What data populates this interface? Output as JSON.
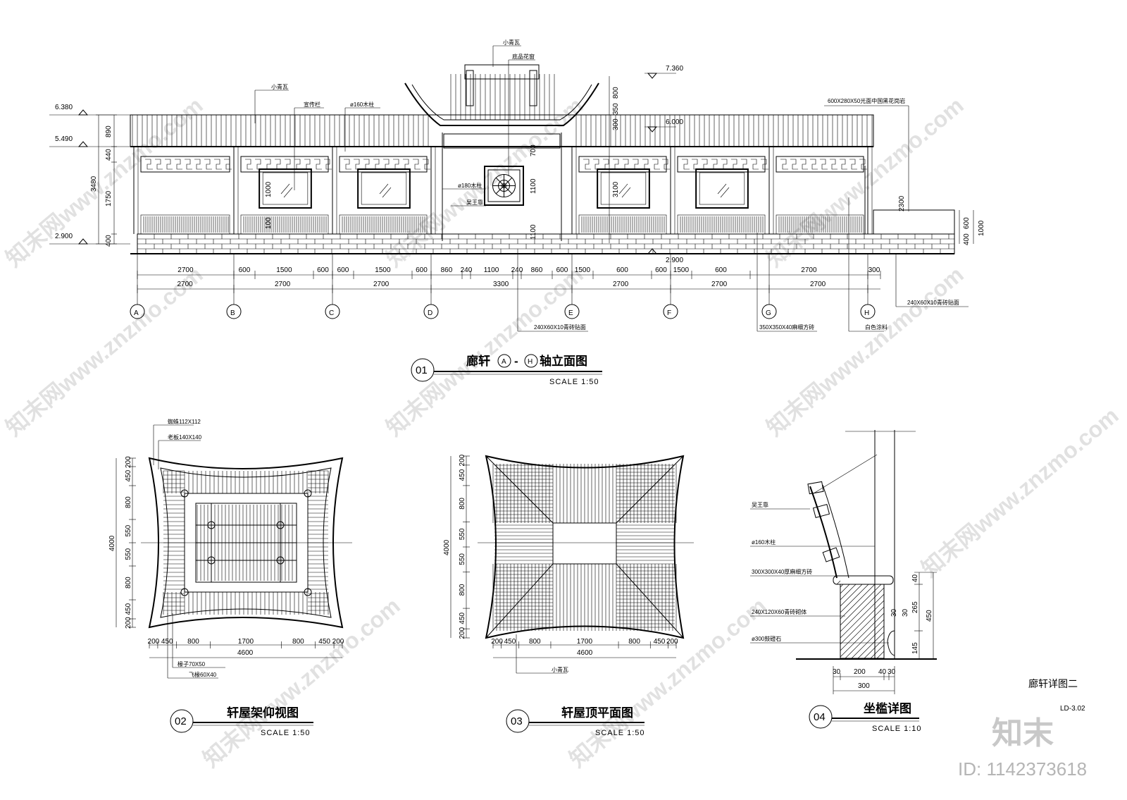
{
  "elevation": {
    "annotations": {
      "small_tile_top": "小青瓦",
      "window_hoop": "底品花窗",
      "small_tile_left": "小青瓦",
      "notice_board": "宣传栏",
      "column_160": "ø160木柱",
      "column_180": "ø180木柱",
      "wuwang_seat": "吴王靠",
      "granite_cap": "600X280X50光面中国黑花岗岩",
      "tile_face_mid": "240X60X10青砖贴面",
      "tile_face_right": "240X60X10青砖贴面",
      "square_brick": "350X350X40麻细方砖",
      "white_paint": "白色涂料"
    },
    "levels": [
      "6.380",
      "5.490",
      "2.900",
      "7.360",
      "6.000",
      "2.900"
    ],
    "left_dims": [
      "890",
      "440",
      "3480",
      "1750",
      "400"
    ],
    "inner_dims": [
      "800",
      "300",
      "350",
      "700",
      "1100",
      "1000",
      "3100",
      "100",
      "1100",
      "2300",
      "600",
      "400",
      "1000"
    ],
    "row1": [
      "2700",
      "600",
      "1500",
      "600",
      "600",
      "1500",
      "600",
      "860",
      "240",
      "1100",
      "240",
      "860",
      "600",
      "1500",
      "600",
      "600",
      "1500",
      "600",
      "2700",
      "300"
    ],
    "row2": [
      "2700",
      "2700",
      "2700",
      "3300",
      "2700",
      "2700",
      "2700"
    ],
    "axes": [
      "A",
      "B",
      "C",
      "D",
      "E",
      "F",
      "G",
      "H"
    ]
  },
  "title01": {
    "num": "01",
    "title_pre": "廊轩",
    "axis_a": "A",
    "dash": "-",
    "axis_h": "H",
    "title_post": "轴立面图",
    "scale": "SCALE 1:50"
  },
  "plan02": {
    "labels": {
      "beam_small": "蜘蛛112X112",
      "beam_big": "老板140X140",
      "rafter": "椽子70X50",
      "fly_rafter": "飞椽60X40"
    },
    "left_dims": [
      "200",
      "450",
      "800",
      "550",
      "4000",
      "550",
      "800",
      "450",
      "200"
    ],
    "bottom_dims": [
      "200",
      "450",
      "800",
      "1700",
      "800",
      "450",
      "200"
    ],
    "total": "4600",
    "num": "02",
    "title": "轩屋架仰视图",
    "scale": "SCALE 1:50"
  },
  "plan03": {
    "labels": {
      "tile": "小青瓦"
    },
    "left_dims": [
      "200",
      "450",
      "800",
      "550",
      "4000",
      "550",
      "800",
      "450",
      "200"
    ],
    "bottom_dims": [
      "200",
      "450",
      "800",
      "1700",
      "800",
      "450",
      "200"
    ],
    "total": "4600",
    "num": "03",
    "title": "轩屋顶平面图",
    "scale": "SCALE 1:50"
  },
  "detail04": {
    "labels": {
      "wuwang": "吴王靠",
      "column": "ø160木柱",
      "brick_top": "300X300X40厚麻细方砖",
      "brick_body": "240X120X60青砖砌体",
      "drum_stone": "ø300鼓磴石"
    },
    "right_dims": [
      "40",
      "265",
      "450",
      "30",
      "30",
      "145"
    ],
    "bottom_dims": [
      "30",
      "200",
      "40",
      "30"
    ],
    "total": "300",
    "num": "04",
    "title": "坐槛详图",
    "scale": "SCALE 1:10"
  },
  "sheet": {
    "name": "廊轩详图二",
    "code": "LD-3.02",
    "logo": "知末",
    "id": "ID: 1142373618"
  },
  "watermark": "知末网www.znzmo.com"
}
